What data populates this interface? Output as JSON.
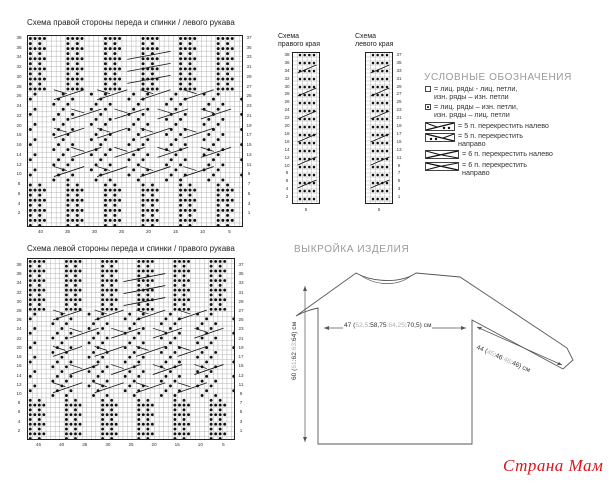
{
  "charts": {
    "right_front": {
      "title": "Схема правой стороны переда и спинки / левого рукава",
      "left_rows": [
        "38",
        "36",
        "34",
        "32",
        "30",
        "28",
        "26",
        "24",
        "22",
        "20",
        "18",
        "16",
        "14",
        "12",
        "10",
        "8",
        "6",
        "4",
        "2"
      ],
      "right_rows": [
        "37",
        "35",
        "33",
        "31",
        "29",
        "27",
        "25",
        "23",
        "21",
        "19",
        "17",
        "15",
        "13",
        "11",
        "9",
        "7",
        "5",
        "3",
        "1"
      ],
      "cols": [
        "40",
        "35",
        "30",
        "25",
        "20",
        "15",
        "10",
        "5"
      ]
    },
    "left_front": {
      "title": "Схема левой стороны переда и спинки / правого рукава",
      "left_rows": [
        "38",
        "36",
        "34",
        "32",
        "30",
        "28",
        "26",
        "24",
        "22",
        "20",
        "18",
        "16",
        "14",
        "12",
        "10",
        "8",
        "6",
        "4",
        "2"
      ],
      "right_rows": [
        "37",
        "35",
        "33",
        "31",
        "29",
        "27",
        "25",
        "23",
        "21",
        "19",
        "17",
        "15",
        "13",
        "11",
        "9",
        "7",
        "5",
        "3",
        "1"
      ],
      "cols": [
        "45",
        "40",
        "35",
        "30",
        "25",
        "20",
        "15",
        "10",
        "5"
      ]
    },
    "right_edge": {
      "title_line1": "Схема",
      "title_line2": "правого края",
      "rows": [
        "38",
        "36",
        "34",
        "32",
        "30",
        "28",
        "26",
        "24",
        "22",
        "20",
        "18",
        "16",
        "14",
        "12",
        "10",
        "8",
        "6",
        "4",
        "2"
      ],
      "cols": [
        "5"
      ]
    },
    "left_edge": {
      "title_line1": "Схема",
      "title_line2": "левого края",
      "rows": [
        "37",
        "35",
        "33",
        "31",
        "29",
        "27",
        "25",
        "23",
        "21",
        "19",
        "17",
        "15",
        "13",
        "11",
        "9",
        "7",
        "5",
        "3",
        "1"
      ],
      "cols": [
        "5"
      ]
    }
  },
  "legend": {
    "title": "УСЛОВНЫЕ ОБОЗНАЧЕНИЯ",
    "items": [
      {
        "line1": "= лиц. ряды - лиц. петли,",
        "line2": "изн. ряды – изн. петли"
      },
      {
        "line1": "= лиц. ряды – изн. петли,",
        "line2": "изн. ряды – лиц. петли"
      },
      {
        "line1": "= 5 п. перекрестить налево",
        "line2": ""
      },
      {
        "line1": "= 5 п. перекрестить",
        "line2": "направо"
      },
      {
        "line1": "= 6 п. перекрестить налево",
        "line2": ""
      },
      {
        "line1": "= 6 п. перекрестить",
        "line2": "направо"
      }
    ]
  },
  "pattern": {
    "title": "ВЫКРОЙКА ИЗДЕЛИЯ",
    "width": {
      "a": "47 (",
      "b": "52,5",
      "c": ":",
      "d": "58,75",
      "e": ":",
      "f": "64,25",
      "g": ":",
      "h": "70,5",
      "i": ") см"
    },
    "sleeve": {
      "a": "44 (",
      "b": "45",
      "c": ":",
      "d": "46",
      "e": ":",
      "f": "46",
      "g": ":",
      "h": "46",
      "i": ") см"
    },
    "length": {
      "a": "60 (",
      "b": "61",
      "c": ":",
      "d": "62",
      "e": ":",
      "f": "63",
      "g": ":",
      "h": "64",
      "i": ") см"
    }
  },
  "watermark": "Страна Мам"
}
